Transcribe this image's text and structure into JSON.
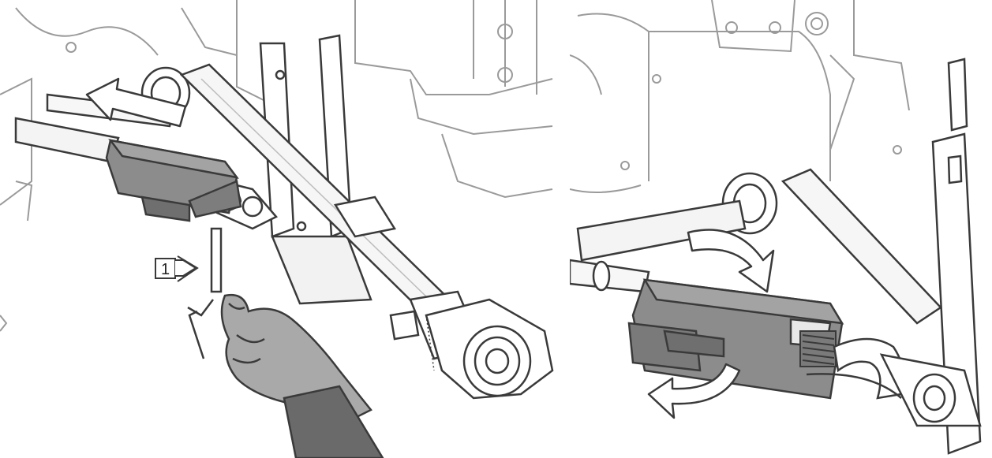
{
  "figure": {
    "panels": [
      {
        "id": "left",
        "step_marker": "1"
      },
      {
        "id": "right"
      }
    ],
    "colors": {
      "line": "#3a3a3a",
      "light_line": "#9a9a9a",
      "component_fill": "#8c8c8c",
      "component_dark": "#6f6f6f",
      "glove_fill": "#a9a9a9",
      "sleeve_fill": "#6a6a6a",
      "arrow_fill": "#ffffff",
      "background": "#ffffff"
    },
    "icons": [
      "push-direction-arrow",
      "rotate-clockwise-arrow",
      "rotate-counterclockwise-arrow",
      "step-marker-arrow"
    ]
  }
}
